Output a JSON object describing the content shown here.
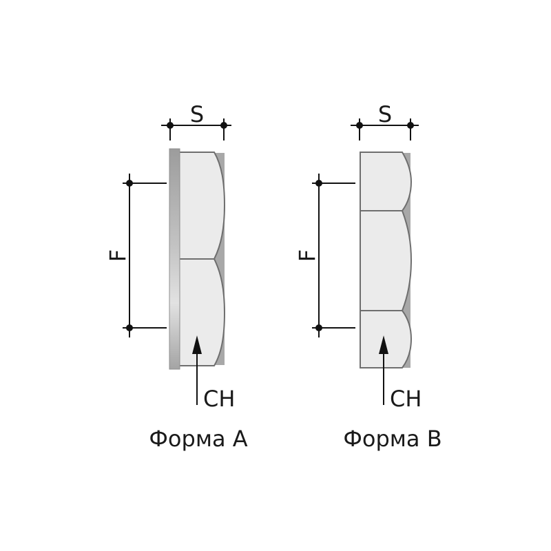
{
  "diagram": {
    "form_a": {
      "caption": "Форма А",
      "dim_s": "S",
      "dim_f": "F",
      "dim_ch": "CH"
    },
    "form_b": {
      "caption": "Форма В",
      "dim_s": "S",
      "dim_f": "F",
      "dim_ch": "CH"
    }
  },
  "colors": {
    "nut_face": "#ebebeb",
    "nut_shadow": "#a8a8a8",
    "outline": "#6e6e6e",
    "dimension": "#111111",
    "flange_dark": "#9a9a9a",
    "flange_light": "#dcdcdc"
  }
}
